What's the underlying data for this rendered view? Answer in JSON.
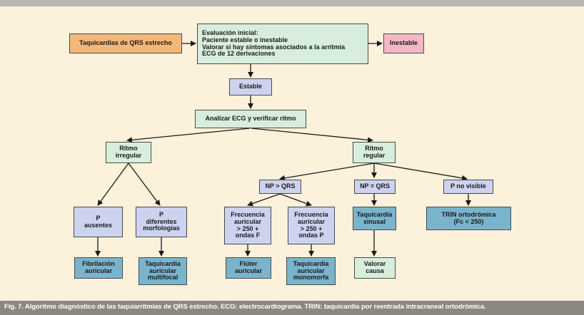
{
  "caption": "Fig. 7. Algoritmo diagnóstico de las taquiarritmias de QRS estrecho. ECG: electrocardiograma. TRIN: taquicardia por reentrada intracraneal ortodrómica.",
  "colors": {
    "orange": "#f4b77a",
    "pink": "#f4b8c4",
    "mint": "#d8eedc",
    "lavender": "#cdd3ef",
    "blue": "#7ab4cc",
    "panel": "#fcf1da"
  },
  "nodes": {
    "start": "Taquicardias de QRS estrecho",
    "initial": "Evaluación inicial:\nPaciente estable o inestable\nValorar si hay síntomas asociados a la arritmia\nECG de 12 derivaciones",
    "unstable": "Inestable",
    "stable": "Estable",
    "analyze": "Analizar ECG y verificar ritmo",
    "irregular": "Ritmo\nirregular",
    "regular": "Ritmo\nregular",
    "p_absent": "P\nausentes",
    "p_diff": "P\ndiferentes\nmorfologías",
    "np_gt": "NP > QRS",
    "np_eq": "NP = QRS",
    "p_not_visible": "P no visible",
    "af": "Fibrilación\nauricular",
    "mat": "Taquicardia\nauricular\nmultifocal",
    "freq_f": "Frecuencia\nauricular\n> 250 +\nondas F",
    "freq_p": "Frecuencia\nauricular\n> 250 +\nondas P",
    "sinus": "Taquicardia\nsinusal",
    "trin": "TRIN ortodrómica\n(Fc < 250)",
    "flutter": "Flúter\nauricular",
    "mono": "Taquicardia\nauricular\nmonomorfa",
    "cause": "Valorar\ncausa"
  }
}
